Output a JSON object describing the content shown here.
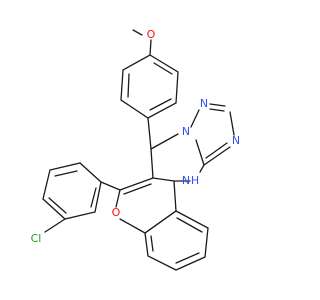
{
  "molecule": {
    "atoms": [
      {
        "key": "methoxy_o",
        "text": "O",
        "color": "#ff0d0d"
      },
      {
        "key": "triazole_n1",
        "text": "N",
        "color": "#3050f8"
      },
      {
        "key": "triazole_n2",
        "text": "N",
        "color": "#3050f8"
      },
      {
        "key": "triazole_n4",
        "text": "N",
        "color": "#3050f8"
      },
      {
        "key": "amine_n",
        "text": "N",
        "color": "#3050f8"
      },
      {
        "key": "amine_h",
        "text": "H",
        "color": "#3050f8"
      },
      {
        "key": "pyran_o",
        "text": "O",
        "color": "#ff0d0d"
      },
      {
        "key": "chloro",
        "text": "Cl",
        "color": "#1fa01f"
      }
    ],
    "bond_color": "#1a1a1a",
    "background": "#ffffff"
  }
}
